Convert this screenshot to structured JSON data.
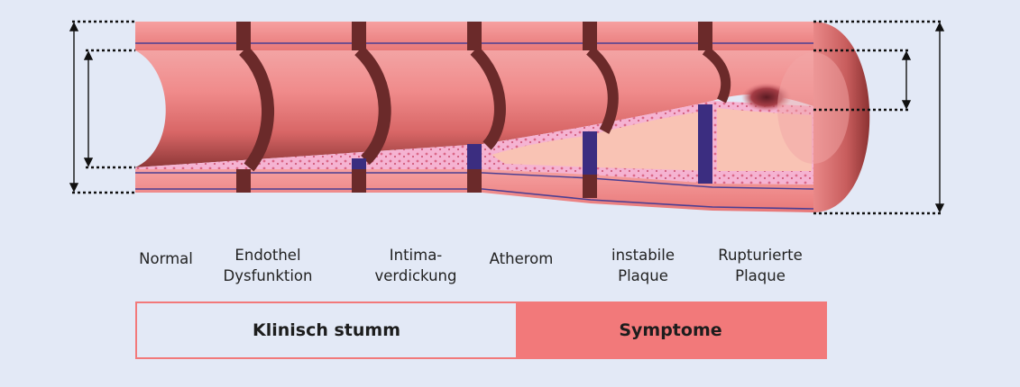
{
  "colors": {
    "background": "#e3e9f6",
    "vessel_wall": "#f08c8c",
    "vessel_dark": "#6b2a2a",
    "media_line": "#4b3e92",
    "intima": "#f5b3d2",
    "lipid_core": "#f9c3b4",
    "symptom_fill": "#f2797a"
  },
  "stages": [
    {
      "label": "Normal"
    },
    {
      "label": "Endothel\nDysfunktion"
    },
    {
      "label": "Intima-\nverdickung"
    },
    {
      "label": "Atherom"
    },
    {
      "label": "instabile\nPlaque"
    },
    {
      "label": "Rupturierte\nPlaque"
    }
  ],
  "phases": {
    "silent": "Klinisch stumm",
    "symptoms": "Symptome"
  }
}
